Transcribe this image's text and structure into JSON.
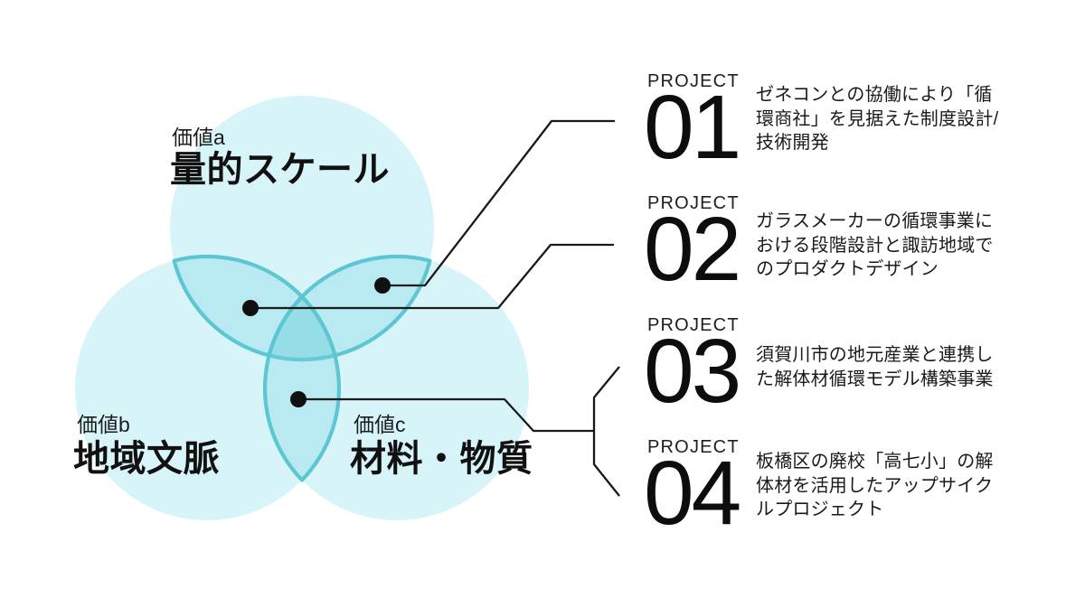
{
  "diagram": {
    "circles": [
      {
        "id": "a",
        "label": "価値a",
        "title": "量的スケール"
      },
      {
        "id": "b",
        "label": "価値b",
        "title": "地域文脈"
      },
      {
        "id": "c",
        "label": "価値c",
        "title": "材料・物質"
      }
    ],
    "colors": {
      "circle_fill": "#d7f4f9",
      "lens_fill": "#bfebf2",
      "lens_stroke": "#5cc6d2",
      "connector_line": "#1a1a1a",
      "marker_dot": "#101010"
    }
  },
  "projects": [
    {
      "label": "PROJECT",
      "number": "01",
      "lines": [
        "ゼネコンとの協働により「循",
        "環商社」を見据えた制度設計/",
        "技術開発"
      ]
    },
    {
      "label": "PROJECT",
      "number": "02",
      "lines": [
        "ガラスメーカーの循環事業に",
        "おける段階設計と諏訪地域で",
        "のプロダクトデザイン"
      ]
    },
    {
      "label": "PROJECT",
      "number": "03",
      "lines": [
        "須賀川市の地元産業と連携し",
        "た解体材循環モデル構築事業"
      ]
    },
    {
      "label": "PROJECT",
      "number": "04",
      "lines": [
        "板橋区の廃校「高七小」の解",
        "体材を活用したアップサイク",
        "ルプロジェクト"
      ]
    }
  ]
}
